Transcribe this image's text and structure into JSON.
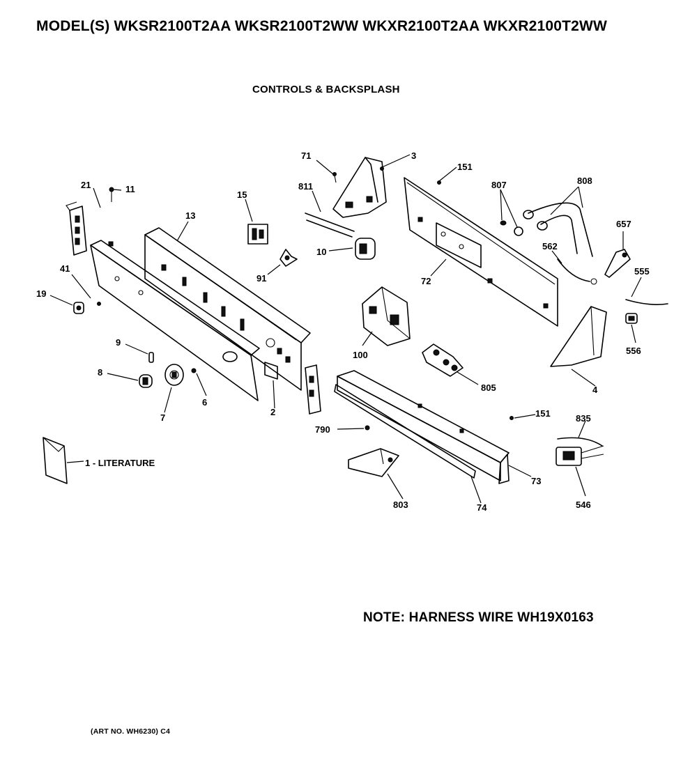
{
  "header": {
    "models": "MODEL(S) WKSR2100T2AA  WKSR2100T2WW  WKXR2100T2AA  WKXR2100T2WW",
    "section_title": "CONTROLS & BACKSPLASH"
  },
  "callouts": {
    "c71": "71",
    "c3": "3",
    "c151a": "151",
    "c807": "807",
    "c808": "808",
    "c21": "21",
    "c11": "11",
    "c15": "15",
    "c811": "811",
    "c13": "13",
    "c657": "657",
    "c10": "10",
    "c562": "562",
    "c91": "91",
    "c555": "555",
    "c41": "41",
    "c72": "72",
    "c19": "19",
    "c556": "556",
    "c100": "100",
    "c9": "9",
    "c805": "805",
    "c8": "8",
    "c4": "4",
    "c2": "2",
    "c6": "6",
    "c7": "7",
    "c151b": "151",
    "c835": "835",
    "c790": "790",
    "c73": "73",
    "c803": "803",
    "c74": "74",
    "c546": "546",
    "literature": "1 - LITERATURE"
  },
  "note": "NOTE: HARNESS WIRE WH19X0163",
  "art_no": "(ART NO. WH6230) C4"
}
